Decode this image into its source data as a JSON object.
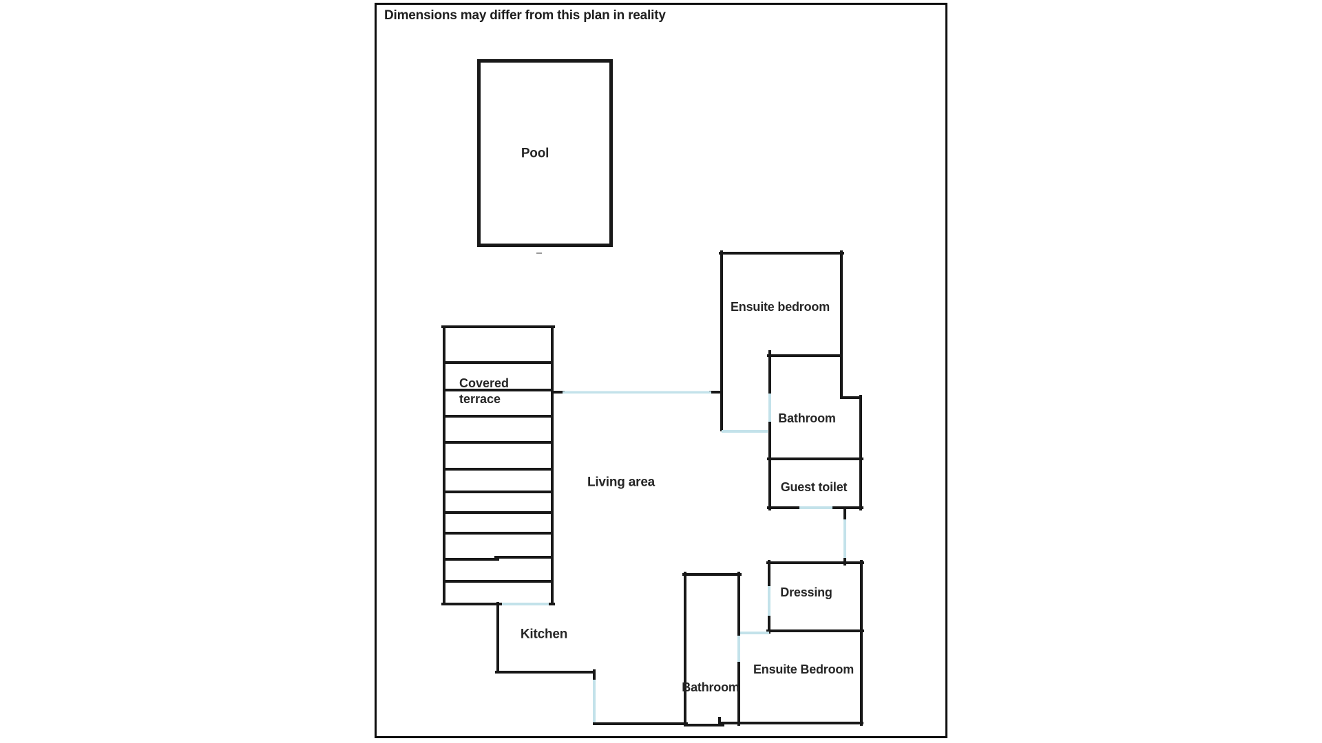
{
  "disclaimer": "Dimensions may differ from this plan in reality",
  "colors": {
    "wall": "#181818",
    "page_border": "#0d0d0d",
    "door_opening": "#c3e2ea",
    "background": "#ffffff",
    "label_text": "#262626"
  },
  "rooms": {
    "pool": {
      "label": "Pool"
    },
    "covered_terrace": {
      "label_line1": "Covered",
      "label_line2": "terrace"
    },
    "living_area": {
      "label": "Living area"
    },
    "kitchen": {
      "label": "Kitchen"
    },
    "ensuite_bedroom_top": {
      "label": "Ensuite bedroom"
    },
    "bathroom_right": {
      "label": "Bathroom"
    },
    "guest_toilet": {
      "label": "Guest toilet"
    },
    "dressing": {
      "label": "Dressing"
    },
    "ensuite_bedroom_bottom": {
      "label": "Ensuite Bedroom"
    },
    "bathroom_bottom": {
      "label": "Bathroom"
    }
  }
}
